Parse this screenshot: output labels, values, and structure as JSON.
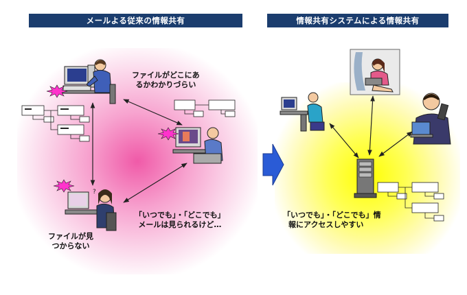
{
  "left_panel": {
    "header": "メールよる従来の情報共有",
    "bubble_top": [
      "ファイルがどこにあ",
      "るかわかりづらい"
    ],
    "bubble_right": [
      "「いつでも」・「どこでも」",
      "メールは見られるけど…"
    ],
    "bubble_left": [
      "ファイルが見",
      "つからない"
    ]
  },
  "right_panel": {
    "header": "情報共有システムによる情報共有",
    "caption": [
      "「いつでも」・「どこでも」情",
      "報にアクセスしやすい"
    ]
  },
  "colors": {
    "header_bg": "#1b3d6e",
    "arrow": "#2a5bd6",
    "burst": "#ff33cc",
    "pink_glow": "#f05aa8",
    "yellow_glow": "#ffff00"
  }
}
